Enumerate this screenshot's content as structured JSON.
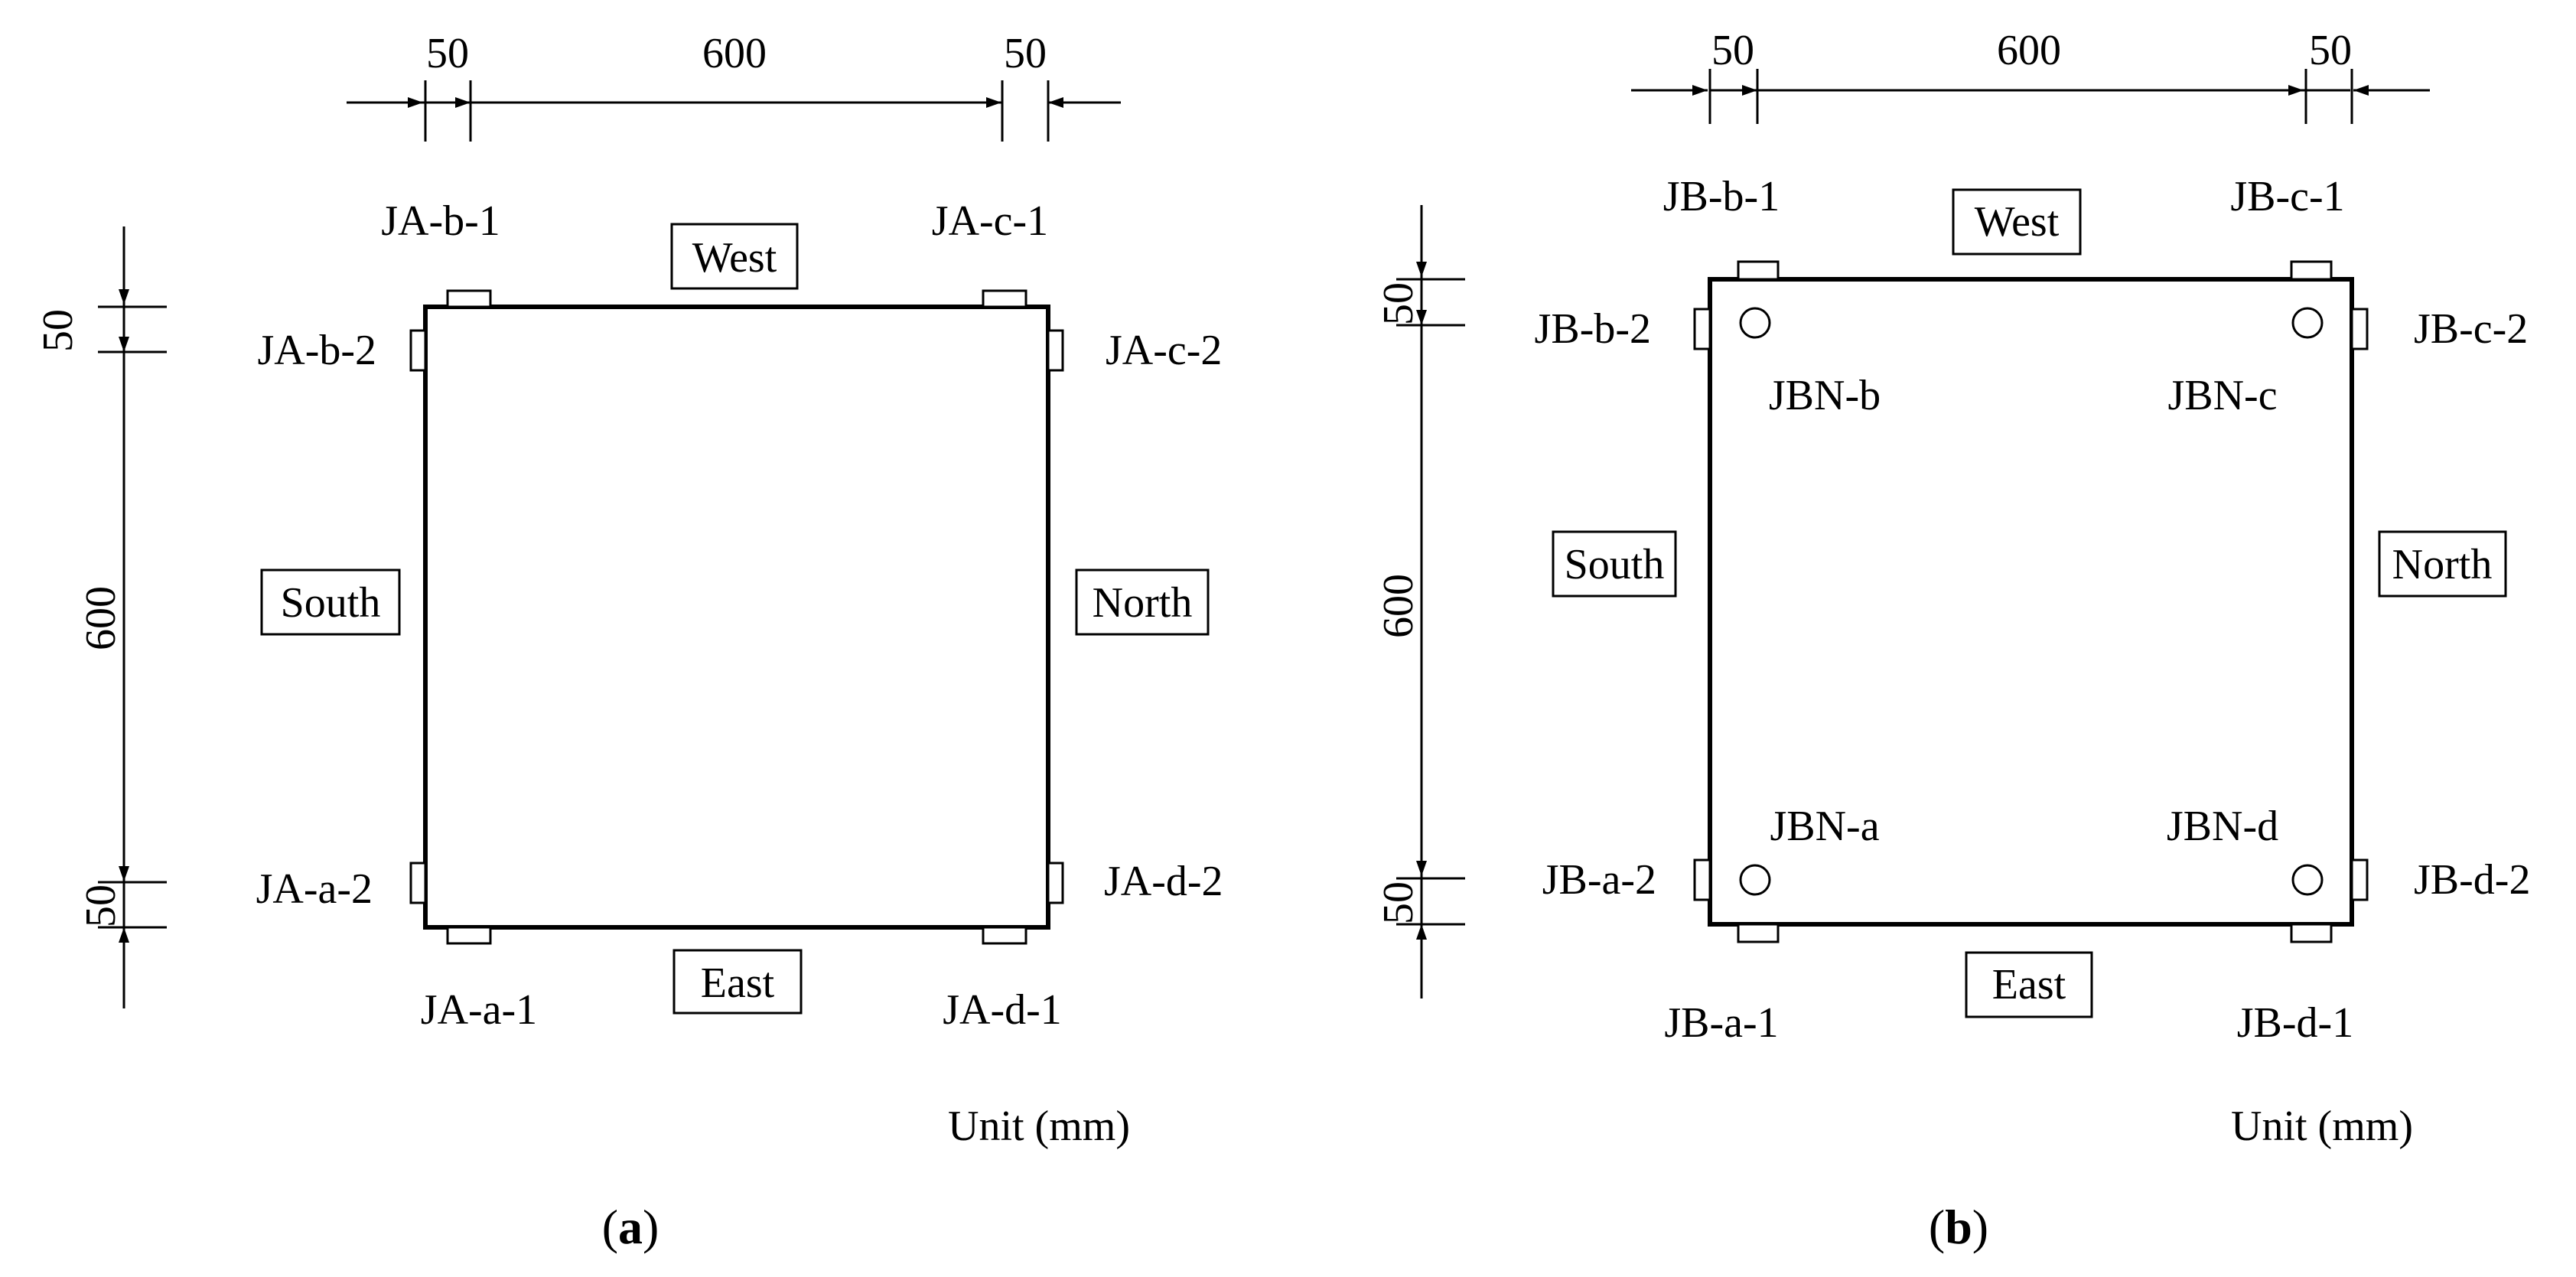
{
  "panel_a": {
    "dims": {
      "top_left": "50",
      "top_mid": "600",
      "top_right": "50",
      "side_top": "50",
      "side_mid": "600",
      "side_bot": "50"
    },
    "directions": {
      "top": "West",
      "bottom": "East",
      "left": "South",
      "right": "North"
    },
    "gauges": {
      "b1": "JA-b-1",
      "b2": "JA-b-2",
      "c1": "JA-c-1",
      "c2": "JA-c-2",
      "a1": "JA-a-1",
      "a2": "JA-a-2",
      "d1": "JA-d-1",
      "d2": "JA-d-2"
    },
    "unit": "Unit (mm)",
    "caption_letter": "a"
  },
  "panel_b": {
    "dims": {
      "top_left": "50",
      "top_mid": "600",
      "top_right": "50",
      "side_top": "50",
      "side_mid": "600",
      "side_bot": "50"
    },
    "directions": {
      "top": "West",
      "bottom": "East",
      "left": "South",
      "right": "North"
    },
    "gauges": {
      "b1": "JB-b-1",
      "b2": "JB-b-2",
      "c1": "JB-c-1",
      "c2": "JB-c-2",
      "a1": "JB-a-1",
      "a2": "JB-a-2",
      "d1": "JB-d-1",
      "d2": "JB-d-2"
    },
    "inner": {
      "b": "JBN-b",
      "c": "JBN-c",
      "a": "JBN-a",
      "d": "JBN-d"
    },
    "unit": "Unit (mm)",
    "caption_letter": "b"
  }
}
